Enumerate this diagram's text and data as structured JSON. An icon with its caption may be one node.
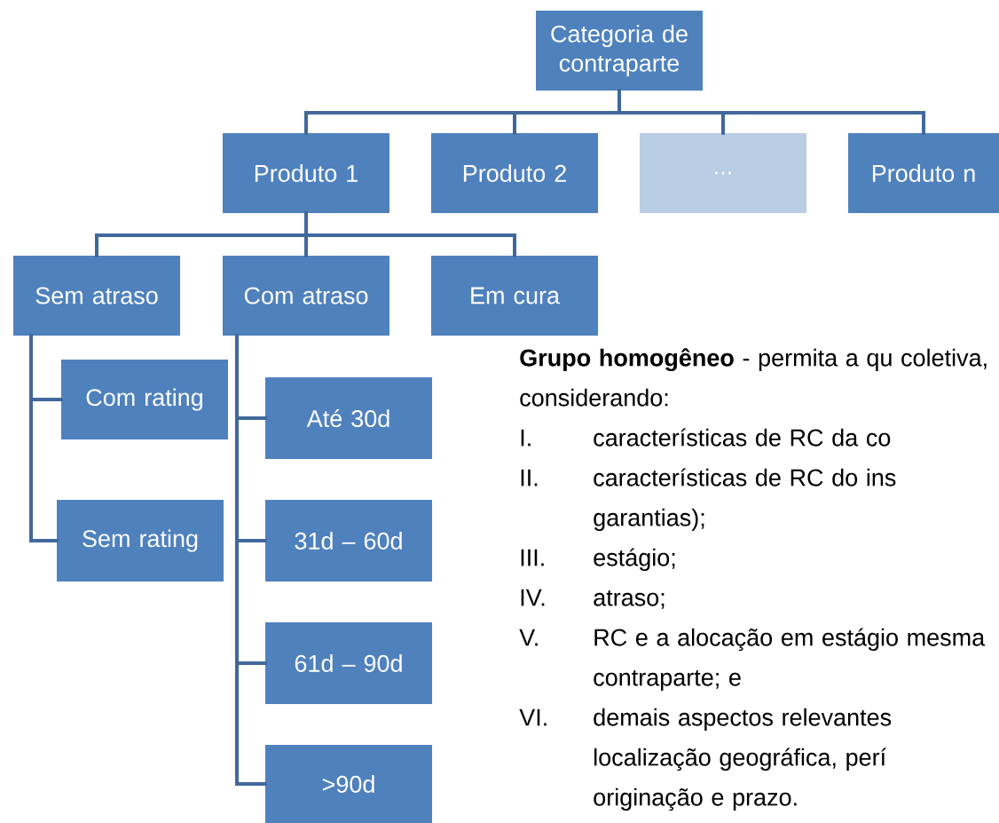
{
  "diagram": {
    "nodes": [
      {
        "text": [
          "Categoria de contraparte"
        ]
      },
      {
        "text": [
          "Produto 1"
        ]
      },
      {
        "text": [
          "Produto 2"
        ]
      },
      {
        "text": [
          "..."
        ]
      },
      {
        "text": [
          "Produto n"
        ]
      },
      {
        "text": [
          "Sem atraso"
        ]
      },
      {
        "text": [
          "Com atraso"
        ]
      },
      {
        "text": [
          "Em cura"
        ]
      },
      {
        "text": [
          "Com rating"
        ]
      },
      {
        "text": [
          "Sem rating"
        ]
      },
      {
        "text": [
          "Até 30d"
        ]
      },
      {
        "text": [
          "31d – 60d"
        ]
      },
      {
        "text": [
          "61d – 90d"
        ]
      },
      {
        "text": [
          ">90d"
        ]
      }
    ],
    "edges": [
      {
        "from": 0,
        "to": 1,
        "arrow": "none"
      },
      {
        "from": 0,
        "to": 2,
        "arrow": "none"
      },
      {
        "from": 0,
        "to": 3,
        "arrow": "none"
      },
      {
        "from": 0,
        "to": 4,
        "arrow": "none"
      },
      {
        "from": 1,
        "to": 5,
        "arrow": "none"
      },
      {
        "from": 1,
        "to": 6,
        "arrow": "none"
      },
      {
        "from": 1,
        "to": 7,
        "arrow": "none"
      },
      {
        "from": 5,
        "to": 8,
        "arrow": "none"
      },
      {
        "from": 5,
        "to": 9,
        "arrow": "none"
      },
      {
        "from": 6,
        "to": 10,
        "arrow": "none"
      },
      {
        "from": 6,
        "to": 11,
        "arrow": "none"
      },
      {
        "from": 6,
        "to": 12,
        "arrow": "none"
      },
      {
        "from": 6,
        "to": 13,
        "arrow": "none"
      }
    ],
    "labels": [
      "**Grupo homogêneo** - permita a qu coletiva, considerando:",
      "I.",
      "características de RC da co",
      "II.",
      "características de RC do ins garantias);",
      "III.",
      "estágio;",
      "IV.",
      "atraso;",
      "V.",
      "RC e a alocação em estágio mesma contraparte; e",
      "VI.",
      "demais aspectos relevantes localização geográfica, perí originação e prazo."
    ]
  }
}
